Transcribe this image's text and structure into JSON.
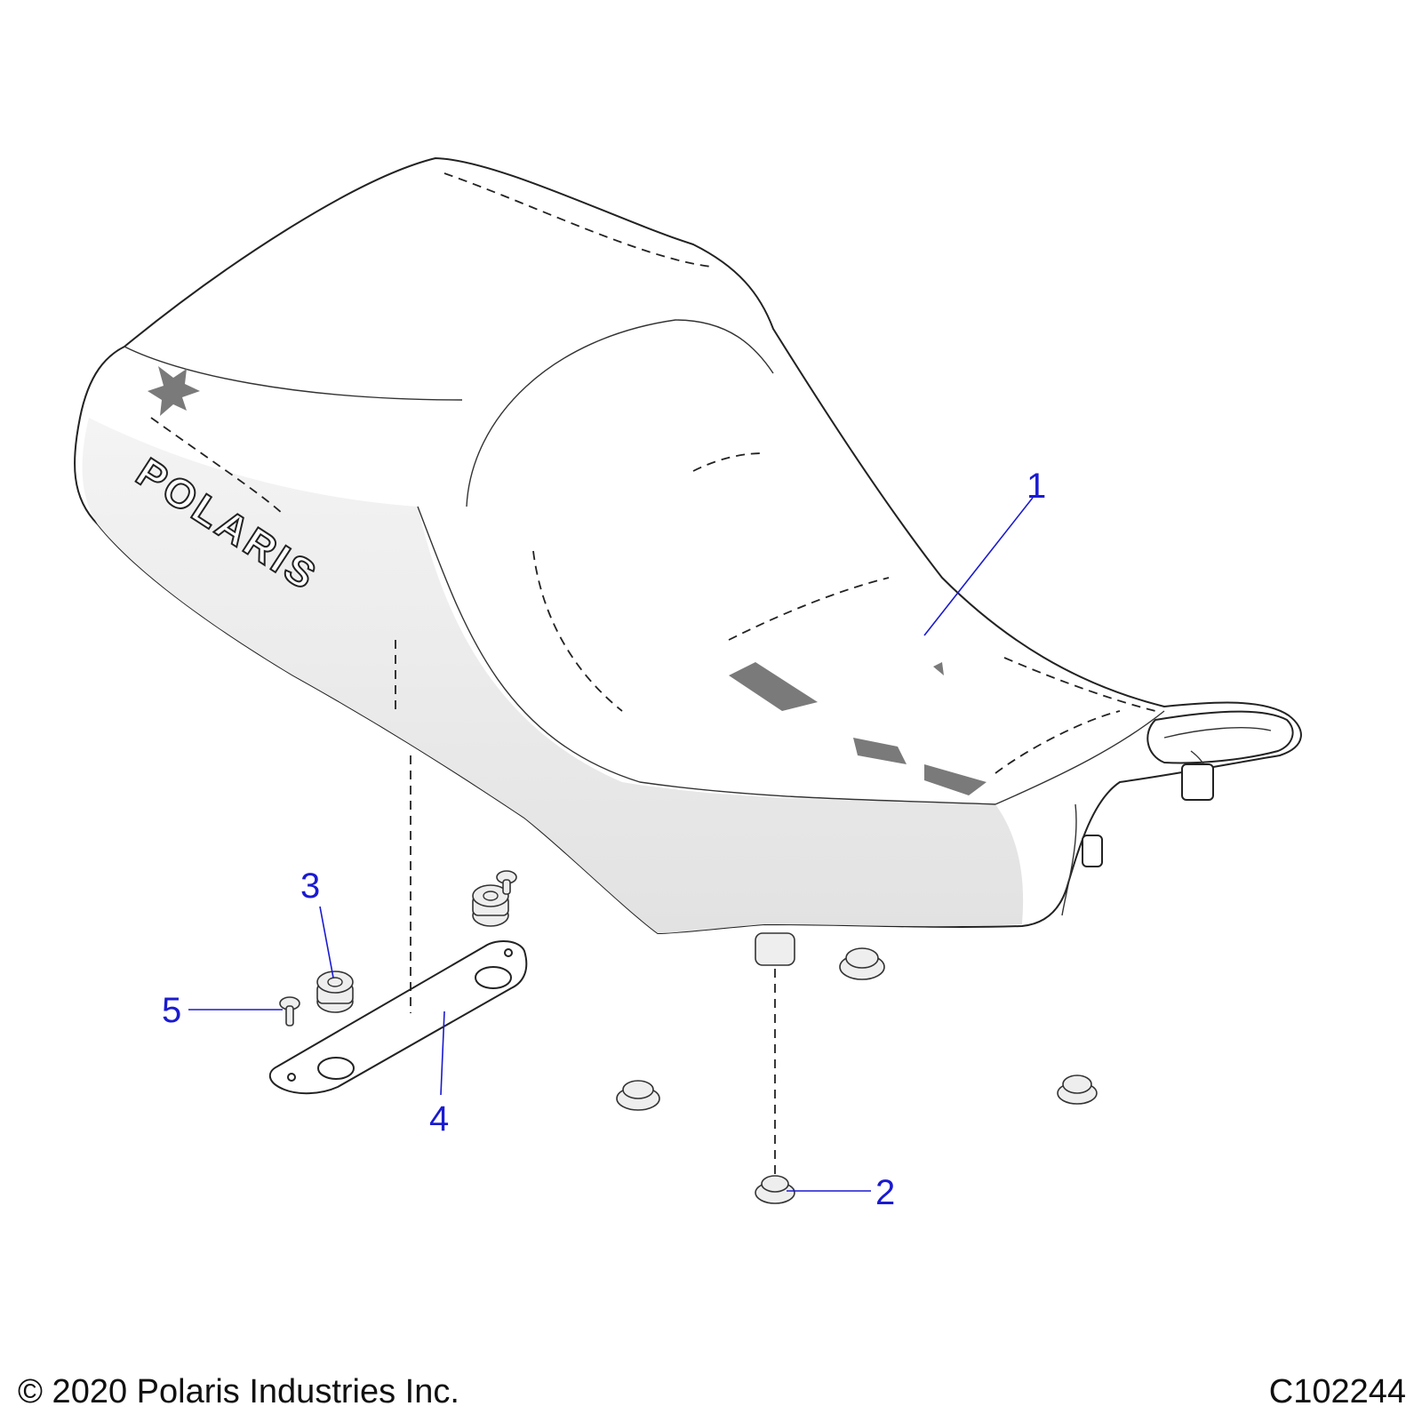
{
  "callouts": {
    "c1": "1",
    "c2": "2",
    "c3": "3",
    "c4": "4",
    "c5": "5"
  },
  "seat_logo": "POLARIS",
  "footer": {
    "copyright": "© 2020 Polaris Industries Inc.",
    "figure_id": "C102244"
  },
  "colors": {
    "callout": "#1a1ad0",
    "line": "#222222",
    "shade": "#7a7a7a"
  }
}
